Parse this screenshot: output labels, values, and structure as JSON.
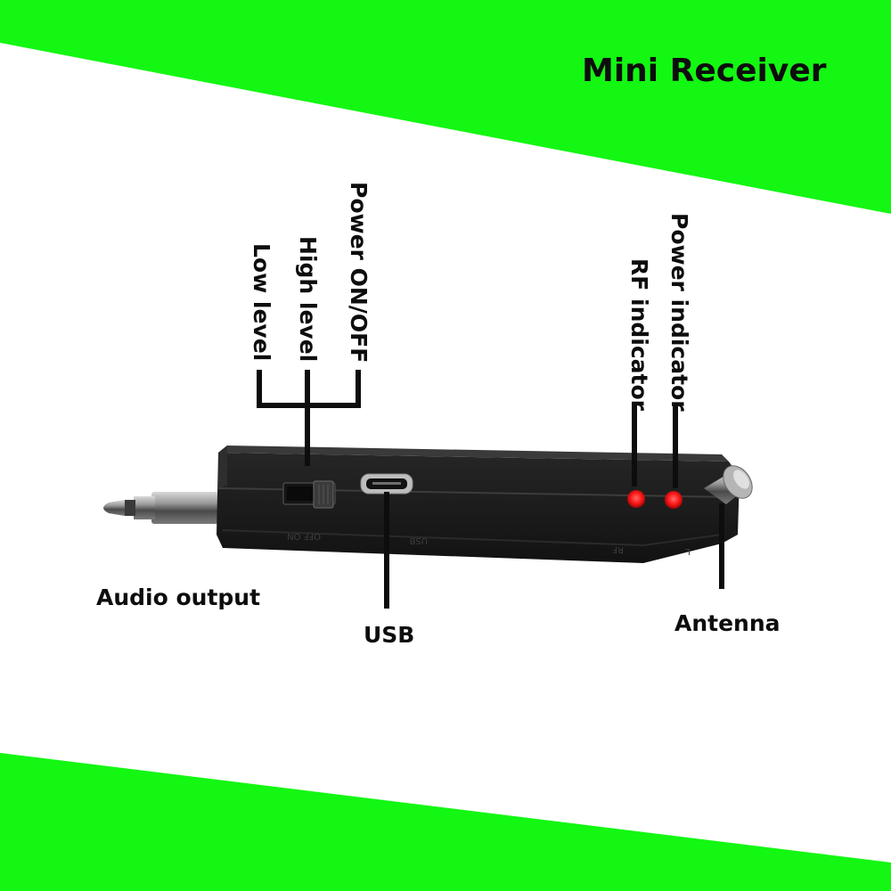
{
  "title": "Mini Receiver",
  "labels": {
    "audio_output": "Audio output",
    "usb": "USB",
    "antenna": "Antenna",
    "low_level": "Low level",
    "high_level": "High level",
    "power_on_off": "Power ON/OFF",
    "rf_indicator": "RF indicator",
    "power_indicator": "Power indicator"
  },
  "colors": {
    "accent_green": "#13f713",
    "device_body": "#1e1e1e",
    "led_red": "#ff1a1a",
    "line": "#0d0d0d"
  }
}
